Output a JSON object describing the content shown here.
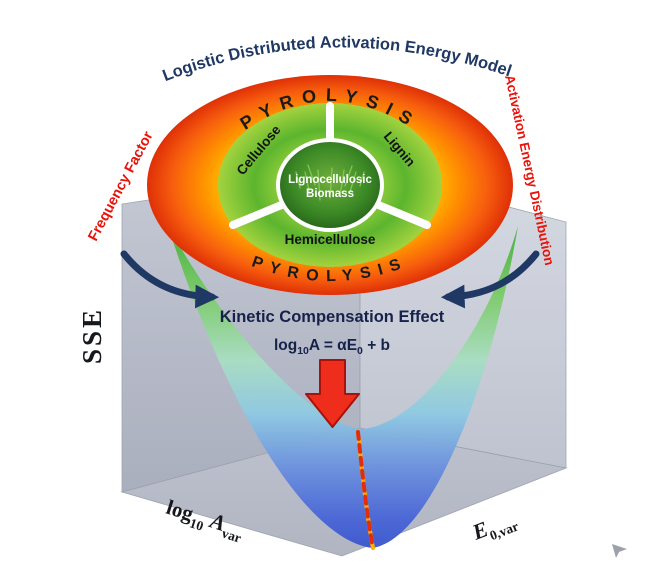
{
  "figure": {
    "title": "Logistic Distributed Activation Energy Model",
    "model_ring": {
      "pyrolysis_top": "PYROLYSIS",
      "pyrolysis_bottom": "PYROLYSIS",
      "sector_left": "Cellulose",
      "sector_right": "Lignin",
      "sector_bottom": "Hemicellulose",
      "center_line1": "Lignocellulosic",
      "center_line2": "Biomass"
    },
    "side_labels": {
      "left": "Frequency Factor",
      "right": "Activation Energy Distribution"
    },
    "annotation": {
      "heading": "Kinetic Compensation Effect",
      "equation_log": "log",
      "equation_sub10": "10",
      "equation_mid": "A = αE",
      "equation_sub0": "0",
      "equation_tail": " + b"
    },
    "axes": {
      "z_label": "SSE",
      "x_log": "log",
      "x_sub10": "10",
      "x_letter": " A",
      "x_sub": "var",
      "y_letter": "E",
      "y_sub": "0,var"
    },
    "colors": {
      "title_navy": "#1f3864",
      "side_label_red": "#e81309",
      "annotation_navy": "#17224a",
      "arrow_red": "#ee2d1c",
      "ring_orange": "#ff7300",
      "ring_red_edge": "#e23407",
      "disc_green": "#5cb52e",
      "valley_green": "#3fae35",
      "valley_blue": "#3a55cc",
      "wall_gray": "#b9bec9"
    }
  }
}
